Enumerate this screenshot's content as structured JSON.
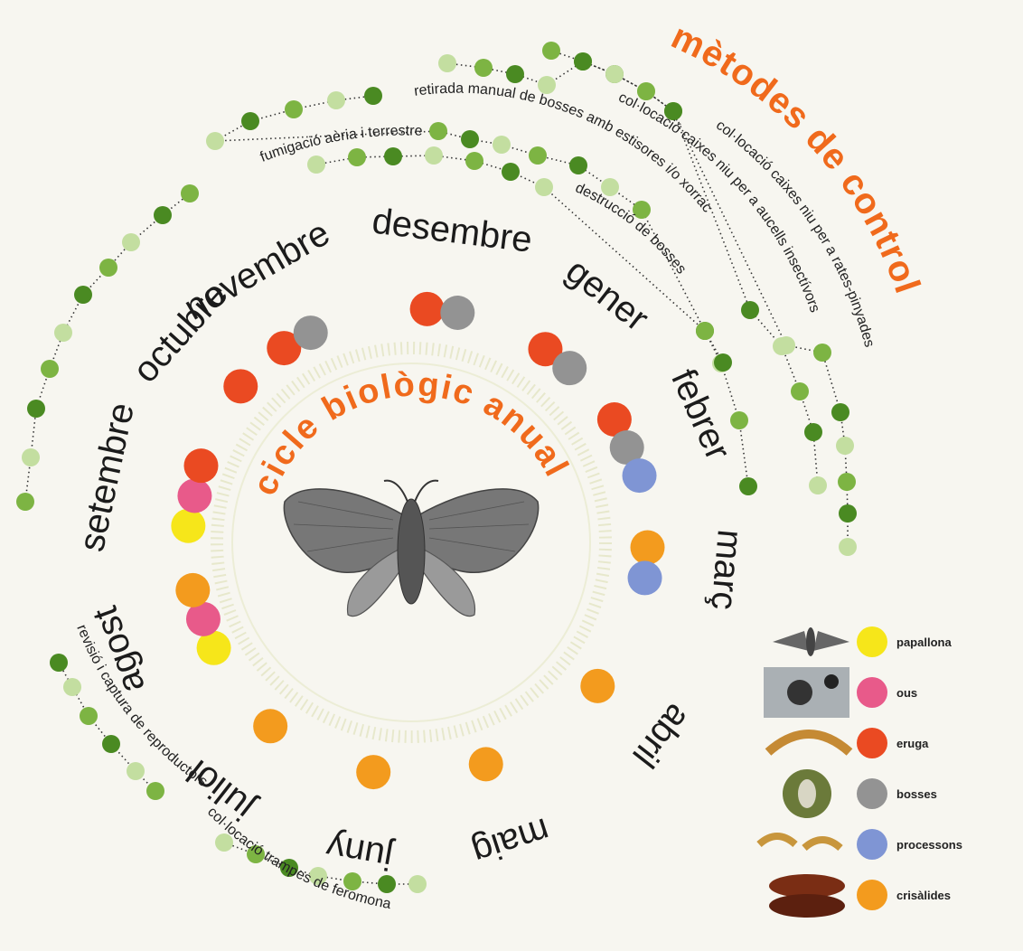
{
  "title": {
    "main": "cicle biològic anual",
    "controls": "mètodes de control"
  },
  "colors": {
    "papallona": "#f6e61a",
    "ous": "#e85a8a",
    "eruga": "#ea4a22",
    "bosses": "#939393",
    "processons": "#7f95d4",
    "crisalides": "#f39b1e",
    "accent": "#f06a1c",
    "greenDark": "#4a8a22",
    "greenMid": "#7db443",
    "greenLight": "#c3dea0"
  },
  "months": [
    {
      "name": "novembre",
      "states": [
        "eruga",
        "bosses"
      ]
    },
    {
      "name": "desembre",
      "states": [
        "eruga",
        "bosses"
      ]
    },
    {
      "name": "gener",
      "states": [
        "eruga",
        "bosses"
      ]
    },
    {
      "name": "febrer",
      "states": [
        "eruga",
        "bosses",
        "processons"
      ]
    },
    {
      "name": "març",
      "states": [
        "crisalides",
        "processons"
      ]
    },
    {
      "name": "abril",
      "states": [
        "crisalides"
      ]
    },
    {
      "name": "maig",
      "states": [
        "crisalides"
      ]
    },
    {
      "name": "juny",
      "states": [
        "crisalides"
      ]
    },
    {
      "name": "juliol",
      "states": [
        "crisalides"
      ]
    },
    {
      "name": "agost",
      "states": [
        "papallona",
        "ous",
        "crisalides"
      ]
    },
    {
      "name": "setembre",
      "states": [
        "papallona",
        "ous",
        "eruga"
      ]
    },
    {
      "name": "octubre",
      "states": [
        "eruga"
      ]
    }
  ],
  "methods": [
    {
      "label": "col·locació caixes niu per a rates-pinyades"
    },
    {
      "label": "col·locació caixes niu per a aucells insectívors"
    },
    {
      "label": "retirada manual de bosses amb estisores i/o xorrac"
    },
    {
      "label": "destrucció de bosses"
    },
    {
      "label": "fumigació aèria i terrestre"
    },
    {
      "label": "revisió i captura de reproductors"
    },
    {
      "label": "col·locació trampes de feromona"
    }
  ],
  "legend": [
    {
      "key": "papallona",
      "label": "papallona"
    },
    {
      "key": "ous",
      "label": "ous"
    },
    {
      "key": "eruga",
      "label": "eruga"
    },
    {
      "key": "bosses",
      "label": "bosses"
    },
    {
      "key": "processons",
      "label": "processons"
    },
    {
      "key": "crisalides",
      "label": "crisàlides"
    }
  ]
}
